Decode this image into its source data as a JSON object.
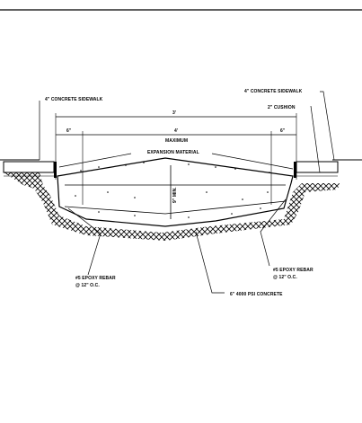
{
  "labels": {
    "sidewalk_left": "4\" CONCRETE SIDEWALK",
    "sidewalk_right": "4\" CONCRETE SIDEWALK",
    "cushion": "2\" CUSHION",
    "width_total": "3'",
    "dim_left": "6\"",
    "dim_center": "4'",
    "dim_right": "6\"",
    "maximum": "MAXIMUM",
    "expansion": "EXPANSION MATERIAL",
    "depth": "9\" MIN.",
    "rebar_left_1": "#5 EPOXY REBAR",
    "rebar_left_2": "@ 12\" O.C.",
    "rebar_right_1": "#5 EPOXY REBAR",
    "rebar_right_2": "@ 12\" O.C.",
    "concrete": "6\" 4000 PSI CONCRETE"
  },
  "colors": {
    "ink": "#000000",
    "paper": "#ffffff"
  }
}
